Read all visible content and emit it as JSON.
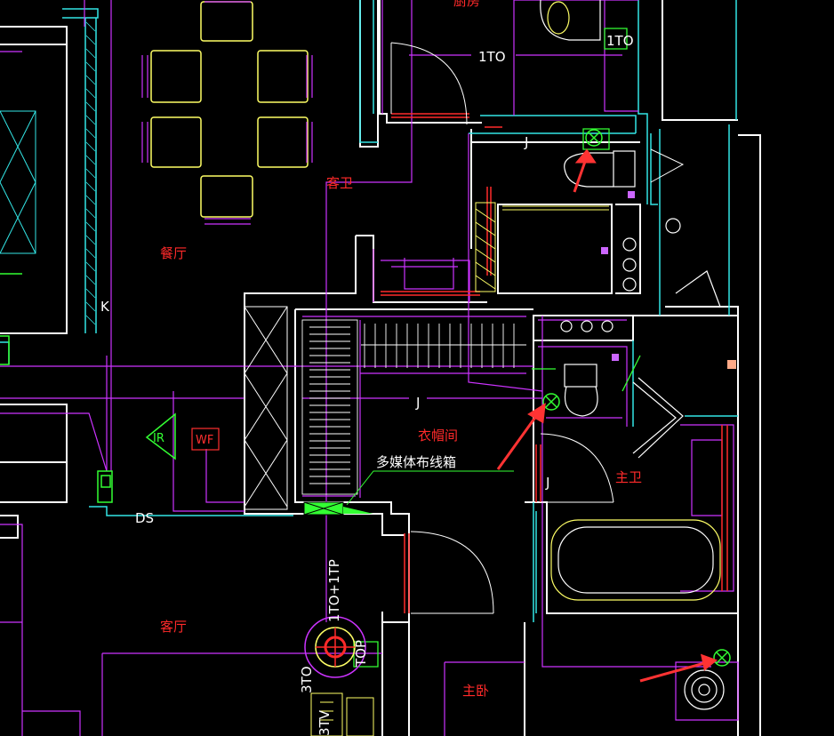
{
  "colors": {
    "background": "#000000",
    "wall": "#ffffff",
    "furniture": "#ffff66",
    "wiring": "#cc33ff",
    "cyan": "#33e6e6",
    "green": "#33ff33",
    "red": "#ff2a2a",
    "arrow": "#ff3333"
  },
  "rooms": {
    "kitchen": "厨房",
    "dining": "餐厅",
    "guest_bath": "客卫",
    "cloakroom": "衣帽间",
    "master_bath": "主卫",
    "living": "客厅",
    "master_bedroom": "主卧"
  },
  "equipment": {
    "multimedia_box": "多媒体布线箱",
    "wf_label": "WF",
    "ir_label": "IR",
    "ds_label": "DS",
    "k_label": "K",
    "j_top": "J",
    "j_mid": "J",
    "j_bath": "J",
    "socket_1to": "1TO",
    "socket_1to_2": "1TO",
    "socket_1to_1tp": "1TO+1TP",
    "socket_top": "TOP",
    "socket_3to": "3TO",
    "socket_3tv": "3TV"
  }
}
